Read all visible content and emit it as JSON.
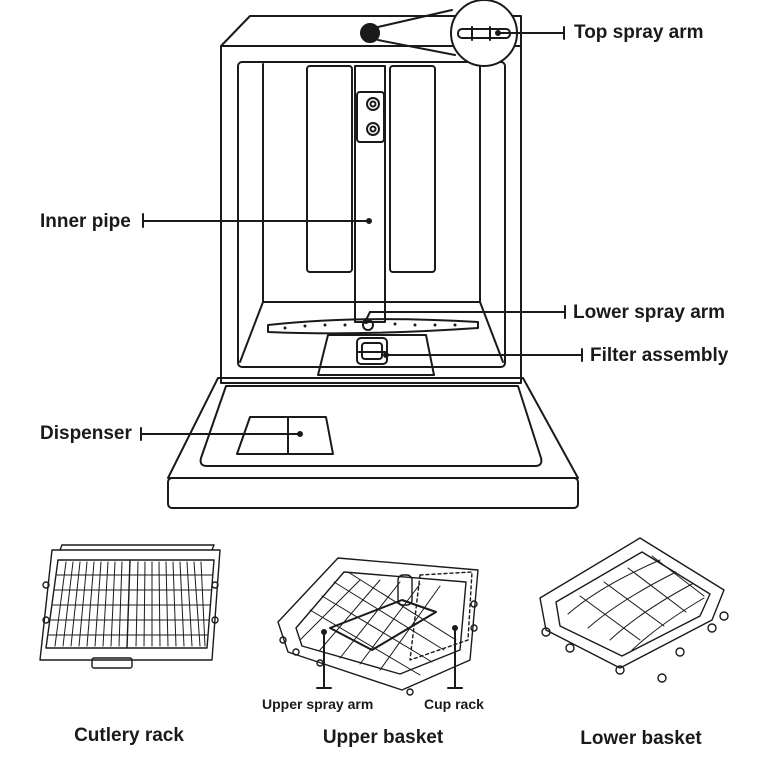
{
  "labels": {
    "top_spray_arm": "Top spray arm",
    "inner_pipe": "Inner pipe",
    "lower_spray_arm": "Lower spray arm",
    "filter_assembly": "Filter assembly",
    "dispenser": "Dispenser",
    "upper_spray_arm": "Upper spray arm",
    "cup_rack": "Cup rack"
  },
  "captions": {
    "cutlery_rack": "Cutlery rack",
    "upper_basket": "Upper basket",
    "lower_basket": "Lower basket"
  }
}
